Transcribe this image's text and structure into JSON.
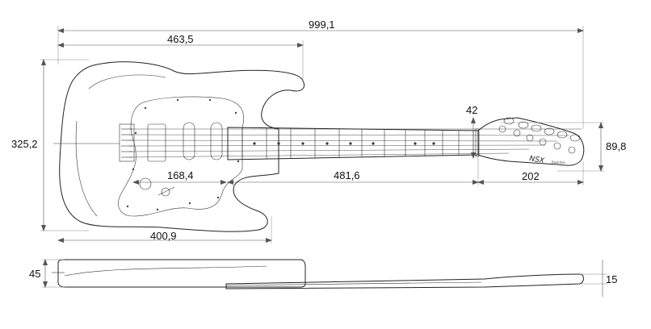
{
  "dimensions": {
    "overall_length": "999,1",
    "body_length": "463,5",
    "body_width": "325,2",
    "nut_width": "42",
    "headstock_width": "89,8",
    "body_bottom_width": "400,9",
    "pickup_to_body_edge": "168,4",
    "neck_length": "481,6",
    "headstock_length": "202",
    "body_thickness": "45",
    "headstock_thickness": "15"
  },
  "headstock_logo": "NSX"
}
